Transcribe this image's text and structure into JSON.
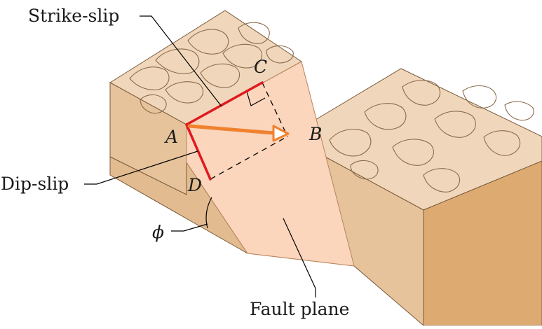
{
  "labels": {
    "strike_slip": "Strike-slip",
    "dip_slip": "Dip-slip",
    "phi": "ϕ",
    "fault_plane": "Fault plane"
  },
  "points": {
    "a": "A",
    "b": "B",
    "c": "C",
    "d": "D"
  },
  "colors": {
    "top_surface": "#f0d7bb",
    "side_face": "#e6c39a",
    "front_face": "#ddaa72",
    "fault_plane": "#fbd5bc",
    "slip_lines": "#e0191f",
    "net_slip_arrow": "#f0812f"
  }
}
